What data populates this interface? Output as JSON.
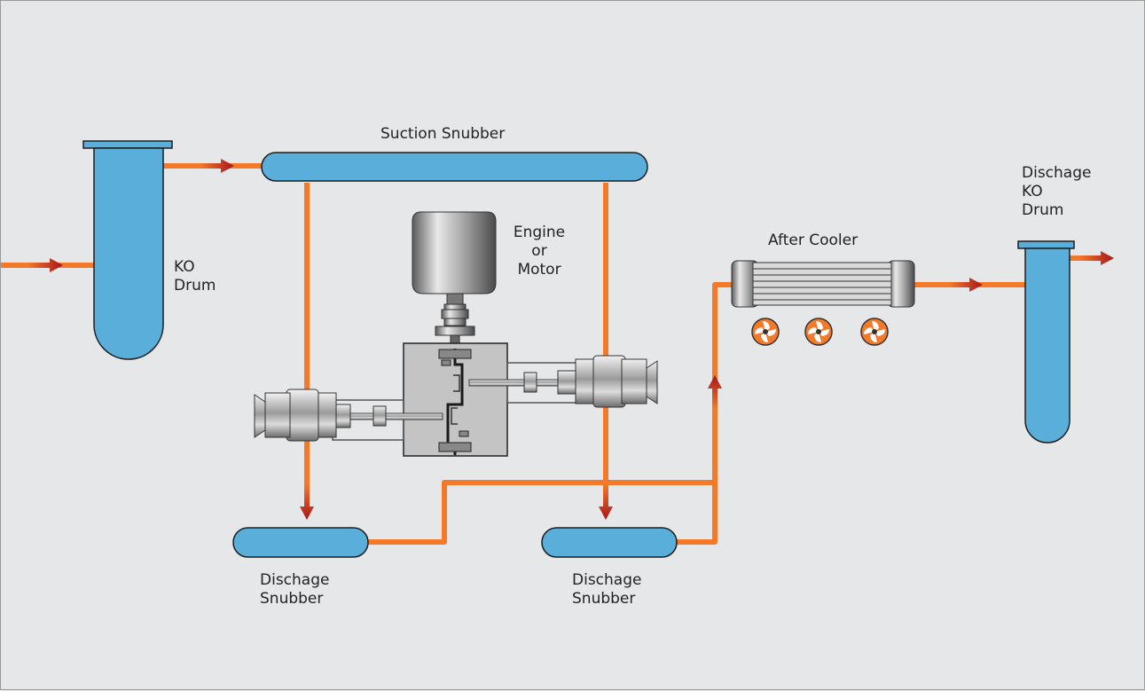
{
  "labels": {
    "suction_snubber": "Suction Snubber",
    "ko_drum": "KO\nDrum",
    "engine": "Engine\nor\nMotor",
    "after_cooler": "After Cooler",
    "discharge_ko_drum": "Dischage\nKO\nDrum",
    "discharge_snubber_left": "Dischage\nSnubber",
    "discharge_snubber_right": "Dischage\nSnubber"
  },
  "colors": {
    "pipe": "#f47a2a",
    "vessel": "#59afd9",
    "arrow": "#a6161b",
    "background": "#e6e7e9",
    "frame_block": "#c4c4c4"
  },
  "icons": [
    "compressor-cylinder-icon",
    "motor-icon",
    "fan-icon",
    "heat-exchanger-icon"
  ]
}
